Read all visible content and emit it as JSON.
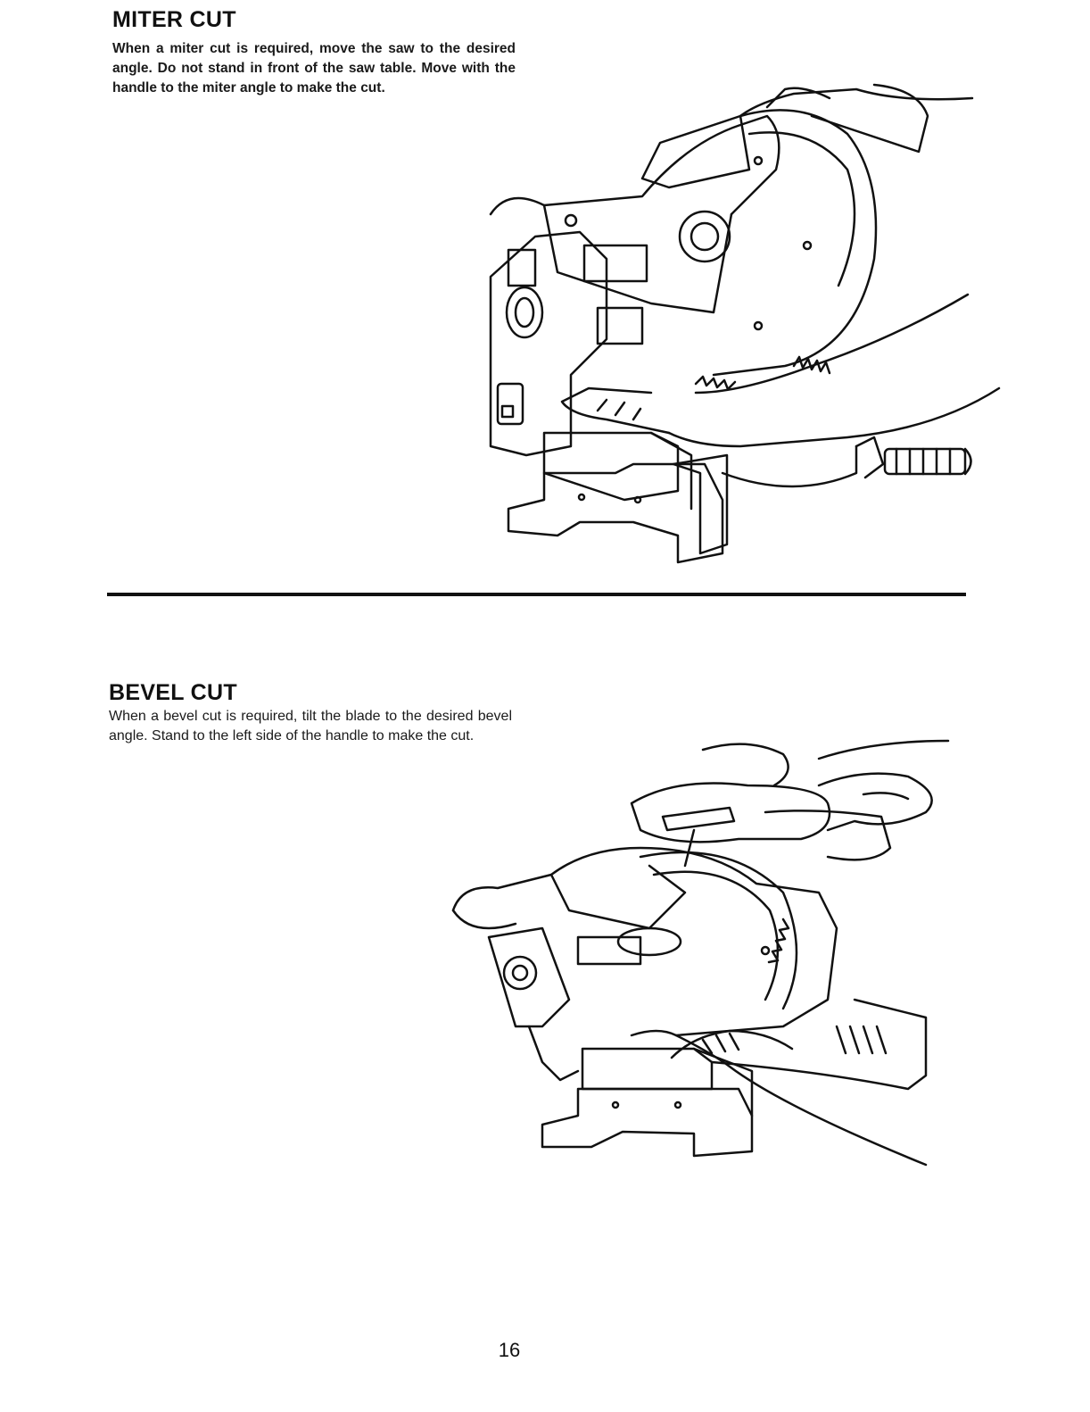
{
  "miter": {
    "title": "MITER CUT",
    "body": "When a miter cut is required, move the saw to the desired angle. Do not stand in front of the saw table. Move with the handle to the miter angle to make the cut."
  },
  "bevel": {
    "title": "BEVEL CUT",
    "body": "When a bevel cut is required, tilt the blade to the desired bevel angle. Stand to the left side of the handle to make the cut."
  },
  "footer": {
    "page_number": "16"
  }
}
